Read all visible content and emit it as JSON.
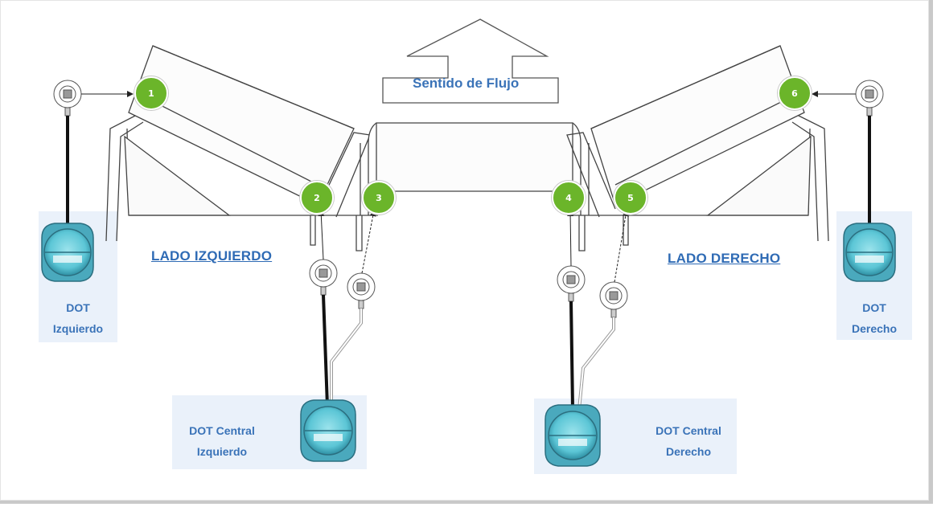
{
  "flow": {
    "label": "Sentido de Flujo"
  },
  "sides": {
    "left": "LADO IZQUIERDO",
    "right": "LADO DERECHO"
  },
  "devices": {
    "left": {
      "line1": "DOT",
      "line2": "Izquierdo"
    },
    "right": {
      "line1": "DOT",
      "line2": "Derecho"
    },
    "central_left": {
      "line1": "DOT Central",
      "line2": "Izquierdo"
    },
    "central_right": {
      "line1": "DOT Central",
      "line2": "Derecho"
    }
  },
  "points": [
    "1",
    "2",
    "3",
    "4",
    "5",
    "6"
  ],
  "colors": {
    "badge": "#6bb52a",
    "label": "#3a73b8",
    "panel": "#eaf1fa",
    "device": "#5cc6d6"
  }
}
